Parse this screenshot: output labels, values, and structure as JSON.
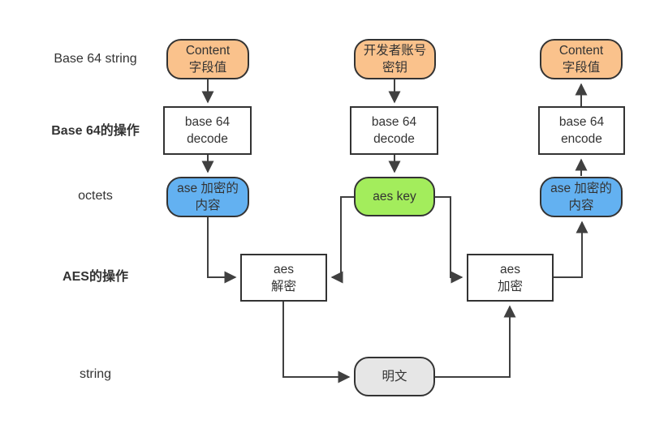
{
  "diagram": {
    "row_labels": [
      {
        "text": "Base 64 string",
        "bold": false
      },
      {
        "text": "Base 64的操作",
        "bold": true
      },
      {
        "text": "octets",
        "bold": false
      },
      {
        "text": "AES的操作",
        "bold": true
      },
      {
        "text": "string",
        "bold": false
      }
    ],
    "nodes": {
      "content_field_input": {
        "text": "Content\n字段值"
      },
      "developer_account_key": {
        "text": "开发者账号\n密钥"
      },
      "content_field_output": {
        "text": "Content\n字段值"
      },
      "base64_decode_left": {
        "text": "base 64\ndecode"
      },
      "base64_decode_middle": {
        "text": "base 64\ndecode"
      },
      "base64_encode": {
        "text": "base 64\nencode"
      },
      "encrypted_content_left": {
        "text": "ase 加密的\n内容"
      },
      "aes_key": {
        "text": "aes key"
      },
      "encrypted_content_right": {
        "text": "ase 加密的\n内容"
      },
      "aes_decrypt": {
        "text": "aes\n解密"
      },
      "aes_encrypt": {
        "text": "aes\n加密"
      },
      "plaintext": {
        "text": "明文"
      }
    },
    "colors": {
      "orange_fill": "#FAC28C",
      "blue_fill": "#63B1F1",
      "green_fill": "#A3ED5C",
      "gray_fill": "#E6E6E6",
      "node_border": "#333333",
      "connector": "#404040",
      "text": "#333333"
    }
  }
}
